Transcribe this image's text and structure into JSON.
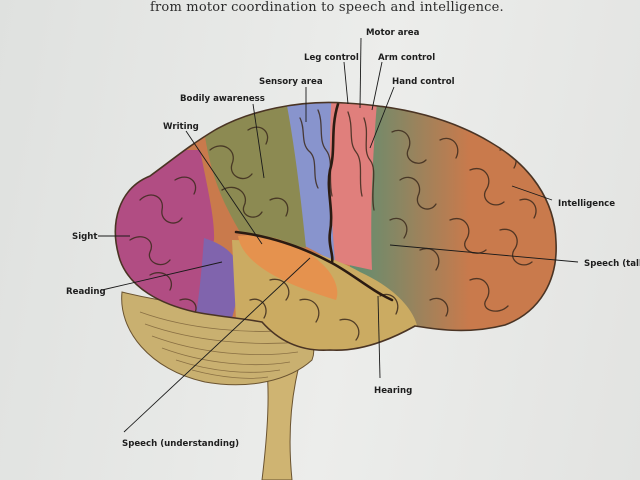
{
  "caption": "from motor coordination to speech and intelligence.",
  "labels": {
    "motor_area": "Motor area",
    "leg_control": "Leg control",
    "arm_control": "Arm control",
    "hand_control": "Hand control",
    "sensory_area": "Sensory area",
    "bodily_awareness": "Bodily awareness",
    "writing": "Writing",
    "intelligence": "Intelligence",
    "sight": "Sight",
    "speech_talking": "Speech (talking)",
    "reading": "Reading",
    "hearing": "Hearing",
    "speech_understanding": "Speech (understanding)"
  },
  "region_colors": {
    "frontal": "#c97a4c",
    "premotor": "#5f8e71",
    "motor": "#e07f7c",
    "sensory": "#8894cd",
    "parietal": "#8c8a52",
    "occipital": "#b14d83",
    "reading": "#8064ad",
    "temporal": "#cbab62",
    "speech_understanding": "#e5924e",
    "cerebellum": "#c9b070",
    "brainstem": "#cfb472"
  }
}
